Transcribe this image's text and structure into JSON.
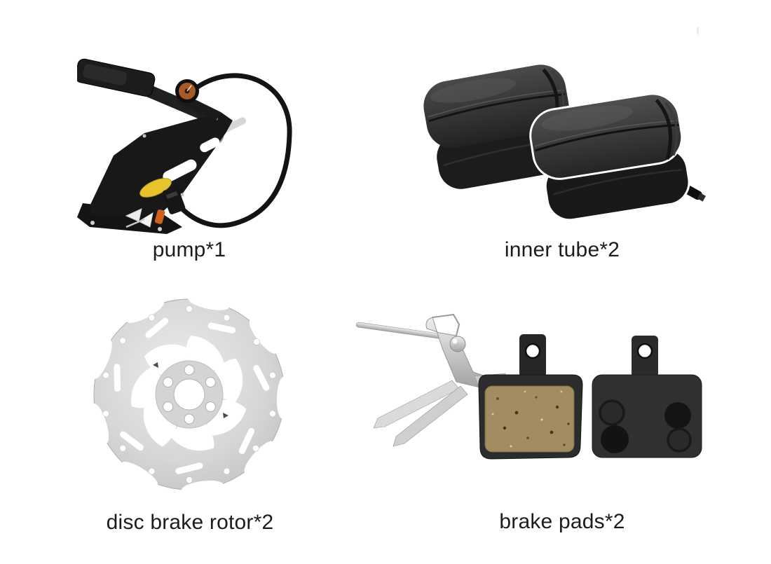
{
  "page": {
    "background_color": "#ffffff"
  },
  "products": [
    {
      "label": "pump*1",
      "name": "pump"
    },
    {
      "label": "inner tube*2",
      "name": "inner tube"
    },
    {
      "label": "disc brake rotor*2",
      "name": "disc brake rotor"
    },
    {
      "label": "brake pads*2",
      "name": "brake pads"
    }
  ],
  "colors": {
    "label_text": "#1c1c1c",
    "pump_black": "#181818",
    "gauge_face": "#a65a26",
    "accent_yellow": "#e8c32b",
    "barrel_silver": "#c9c9c9",
    "pump_label_blue": "#2f6db5",
    "connector_orange": "#d2601a",
    "tube_rubber": "#2e2e2e",
    "rotor_silver": "#d2d2d2",
    "pad_black": "#2c2c2c",
    "friction_tan": "#a28c60",
    "clip_silver": "#cccccc"
  }
}
